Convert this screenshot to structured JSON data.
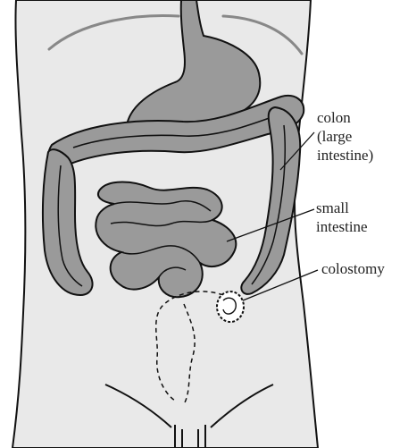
{
  "colors": {
    "body_fill": "#e9e9e9",
    "organ_fill": "#9a9a9a",
    "outline": "#111111",
    "text": "#222222"
  },
  "labels": {
    "colon": [
      "colon",
      "(large",
      "intestine)"
    ],
    "small_intestine": [
      "small",
      "intestine"
    ],
    "colostomy": [
      "colostomy"
    ]
  }
}
